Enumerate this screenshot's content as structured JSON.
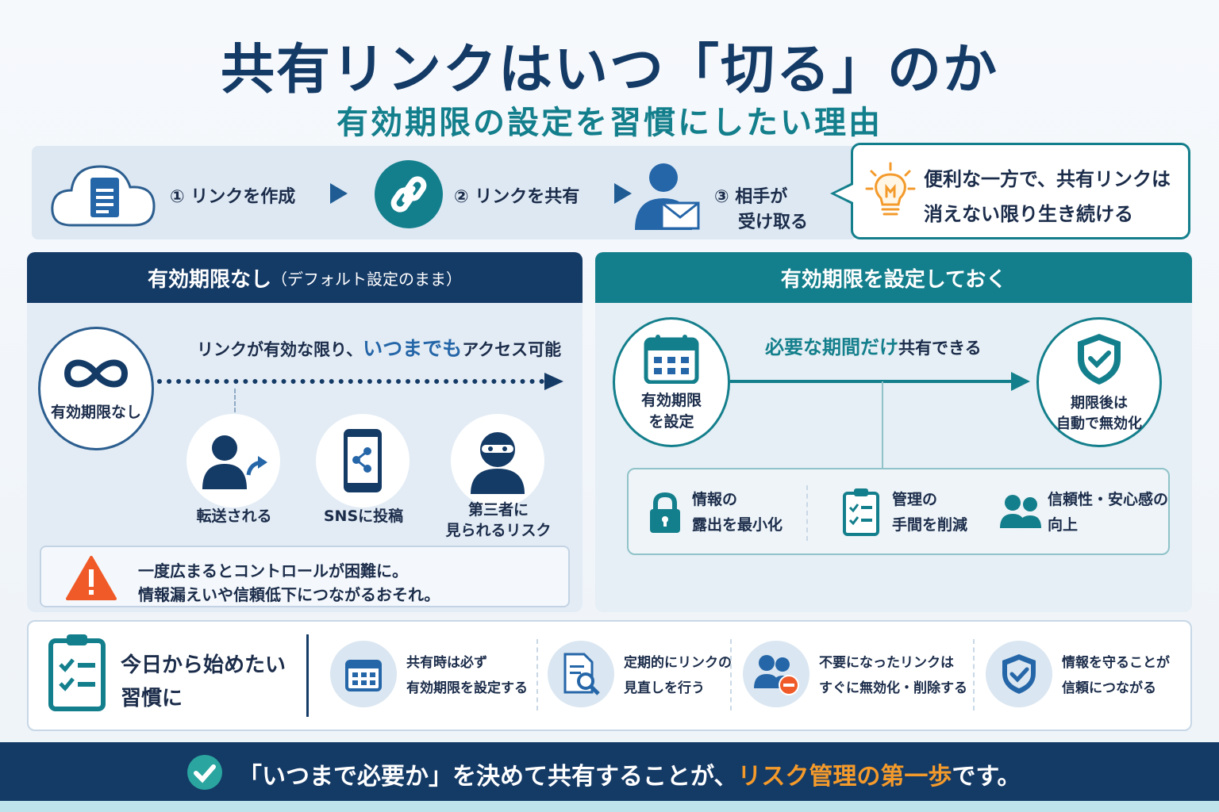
{
  "title": "共有リンクはいつ「切る」のか",
  "subtitle": "有効期限の設定を習慣にしたい理由",
  "flow": {
    "step1": "① リンクを作成",
    "step2": "② リンクを共有",
    "step3_line1": "③ 相手が",
    "step3_line2": "受け取る",
    "callout_line1": "便利な一方で、共有リンクは",
    "callout_line2": "消えない限り生き続ける"
  },
  "left_panel": {
    "header": "有効期限なし",
    "header_note": "（デフォルト設定のまま）",
    "infinity_label": "有効期限なし",
    "access_pre": "リンクが有効な限り、",
    "access_emph": "いつまでも",
    "access_post": "アクセス可能",
    "risk1": "転送される",
    "risk2": "SNSに投稿",
    "risk3_line1": "第三者に",
    "risk3_line2": "見られるリスク",
    "warning_line1": "一度広まるとコントロールが困難に。",
    "warning_line2": "情報漏えいや信頼低下につながるおそれ。"
  },
  "right_panel": {
    "header": "有効期限を設定しておく",
    "start_line1": "有効期限",
    "start_line2": "を設定",
    "share_emph": "必要な期間だけ",
    "share_post": "共有できる",
    "end_line1": "期限後は",
    "end_line2": "自動で無効化",
    "benefit1_line1": "情報の",
    "benefit1_line2": "露出を最小化",
    "benefit2_line1": "管理の",
    "benefit2_line2": "手間を削減",
    "benefit3_line1": "信頼性・安心感の",
    "benefit3_line2": "向上"
  },
  "habits": {
    "title_line1": "今日から始めたい",
    "title_line2": "習慣に",
    "item1_line1": "共有時は必ず",
    "item1_line2": "有効期限を設定する",
    "item2_line1": "定期的にリンクの",
    "item2_line2": "見直しを行う",
    "item3_line1": "不要になったリンクは",
    "item3_line2": "すぐに無効化・削除する",
    "item4_line1": "情報を守ることが",
    "item4_line2": "信頼につながる"
  },
  "footer": {
    "pre": "「いつまで必要か」を決めて共有することが、",
    "emph": "リスク管理の第一歩",
    "post": "です。"
  },
  "colors": {
    "navy": "#143a66",
    "teal": "#147f8c",
    "orange": "#f39a2b",
    "warning": "#ef5a28"
  }
}
